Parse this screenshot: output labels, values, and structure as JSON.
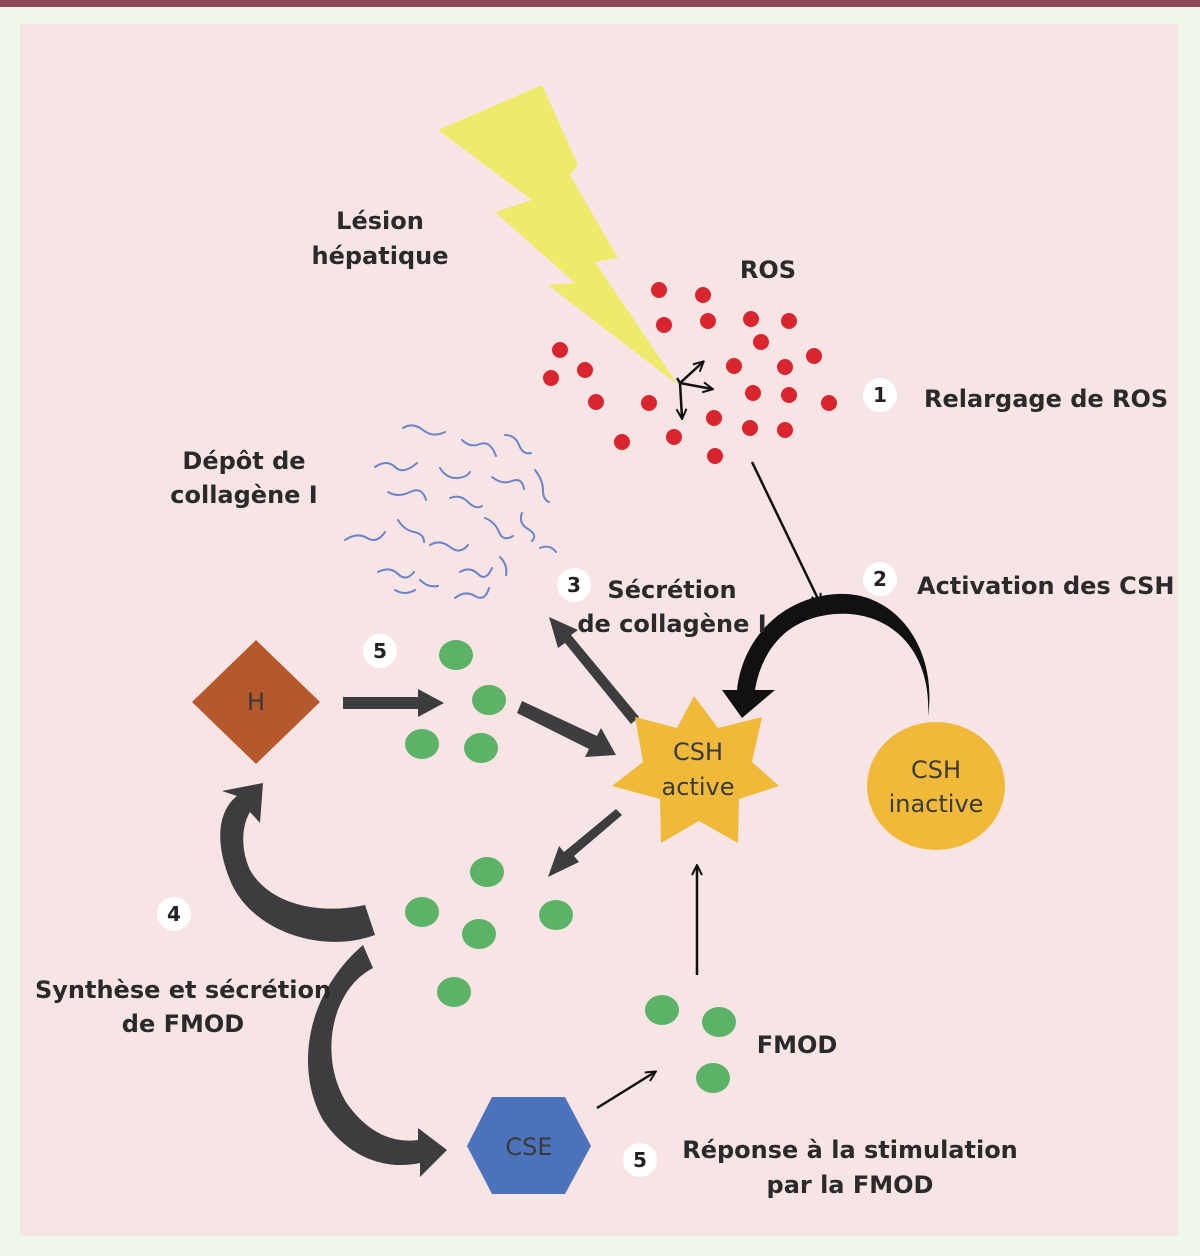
{
  "labels": {
    "lesion_line1": "Lésion",
    "lesion_line2": "hépatique",
    "ros": "ROS",
    "relargage": "Relargage de ROS",
    "depot_line1": "Dépôt de",
    "depot_line2": "collagène I",
    "secretion_line1": "Sécrétion",
    "secretion_line2": "de collagène I",
    "activation": "Activation des CSH",
    "synthese_line1": "Synthèse et sécrétion",
    "synthese_line2": "de FMOD",
    "fmod": "FMOD",
    "reponse_line1": "Réponse à la stimulation",
    "reponse_line2": "par la FMOD"
  },
  "shapes": {
    "hepatocyte": "H",
    "csh_active_line1": "CSH",
    "csh_active_line2": "active",
    "csh_inactive_line1": "CSH",
    "csh_inactive_line2": "inactive",
    "cse": "CSE"
  },
  "steps": {
    "s1": "1",
    "s2": "2",
    "s3": "3",
    "s4": "4",
    "s5a": "5",
    "s5b": "5"
  },
  "colors": {
    "panel": "#f7e4e5",
    "frame_top": "#8b4a56",
    "lightning": "#f0ea6c",
    "ros_dot": "#d9262e",
    "collagen": "#6b85c9",
    "fmod_dot": "#5cb368",
    "csh": "#f0b93a",
    "hepatocyte": "#b5582b",
    "cse": "#4b72bb",
    "dark_arrow": "#3d3d3f"
  }
}
